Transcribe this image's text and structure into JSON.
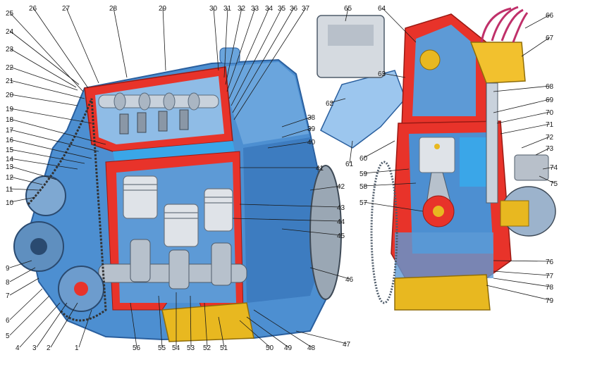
{
  "labels": [
    "1",
    "2",
    "3",
    "4",
    "5",
    "6",
    "7",
    "8",
    "9",
    "10",
    "11",
    "12",
    "13",
    "14",
    "15",
    "16",
    "17",
    "18",
    "19",
    "20",
    "21",
    "22",
    "23",
    "24",
    "25",
    "26",
    "27",
    "28",
    "29",
    "30",
    "31",
    "32",
    "33",
    "34",
    "35",
    "36",
    "37",
    "38",
    "39",
    "40",
    "41",
    "42",
    "43",
    "44",
    "45",
    "46",
    "47",
    "48",
    "49",
    "50",
    "51",
    "52",
    "53",
    "54",
    "55",
    "56",
    "57",
    "58",
    "59",
    "60",
    "61",
    "62",
    "63",
    "64",
    "65",
    "66",
    "67",
    "68",
    "69",
    "70",
    "71",
    "72",
    "73",
    "74",
    "75",
    "76",
    "77",
    "78",
    "79"
  ],
  "colors": {
    "block": "#4d8fd1",
    "block_dark": "#2a5f9e",
    "block_light": "#9cc6ee",
    "section": "#e8332a",
    "oil": "#e8b820",
    "coolant": "#3aa6e8",
    "piston": "#d9dde2",
    "distributor": "#f2c12e",
    "wires": "#c0306a"
  },
  "icons": {
    "left_view": "engine-cutaway-longitudinal-icon",
    "right_view": "engine-cutaway-cross-section-icon"
  }
}
